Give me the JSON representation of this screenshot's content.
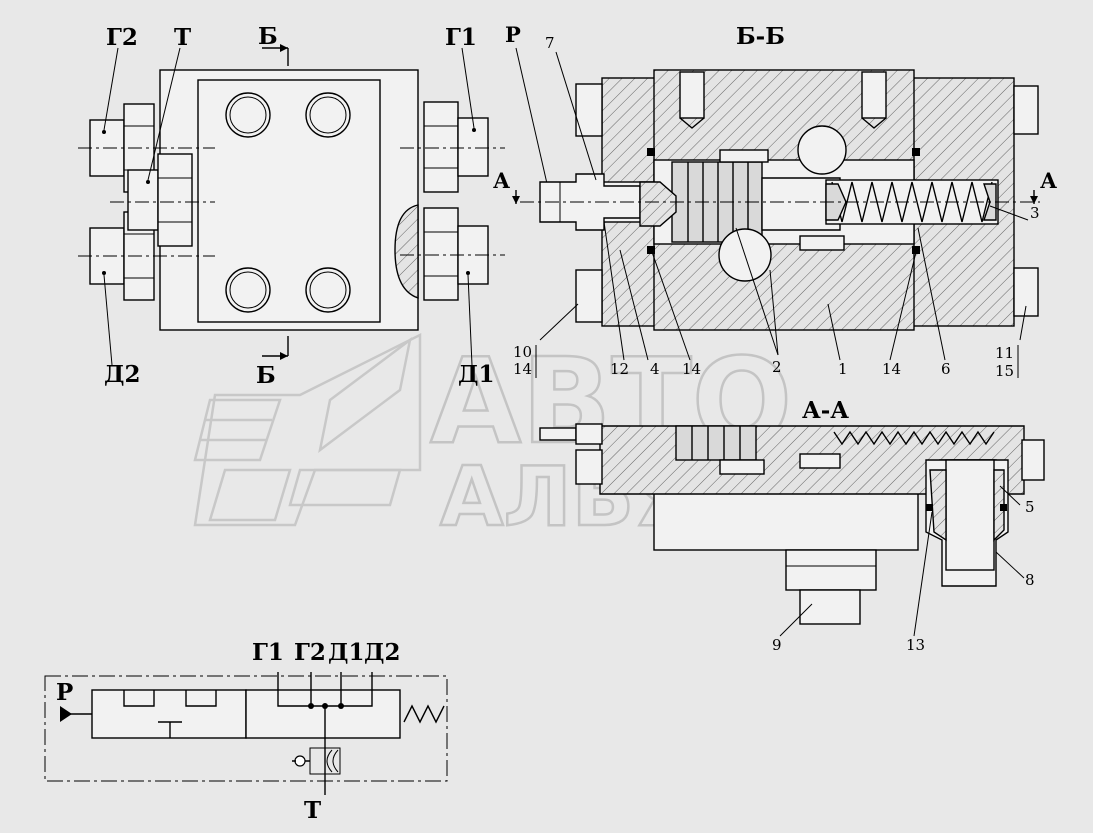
{
  "plan_view": {
    "ports": {
      "g2": "Г2",
      "t": "Т",
      "g1": "Г1",
      "d2": "Д2",
      "d1": "Д1"
    },
    "section_mark_top": "Б",
    "section_mark_bottom": "Б"
  },
  "section_bb": {
    "title": "Б-Б",
    "port_p": "Р",
    "cut_a_left": "А",
    "cut_a_right": "А",
    "callouts": {
      "n7": "7",
      "n3": "3",
      "n10": "10",
      "n14a": "14",
      "n12": "12",
      "n4": "4",
      "n14b": "14",
      "n2": "2",
      "n1": "1",
      "n14c": "14",
      "n6": "6",
      "n11": "11",
      "n15": "15"
    }
  },
  "section_aa": {
    "title": "А-А",
    "callouts": {
      "n5": "5",
      "n8": "8",
      "n9": "9",
      "n13": "13"
    }
  },
  "schematic": {
    "port_labels": [
      "Г1",
      "Г2",
      "Д1",
      "Д2"
    ],
    "inlet": "Р",
    "outlet": "Т"
  },
  "watermark": {
    "line1": "АВТО",
    "line2": "АЛЬЯНС"
  }
}
